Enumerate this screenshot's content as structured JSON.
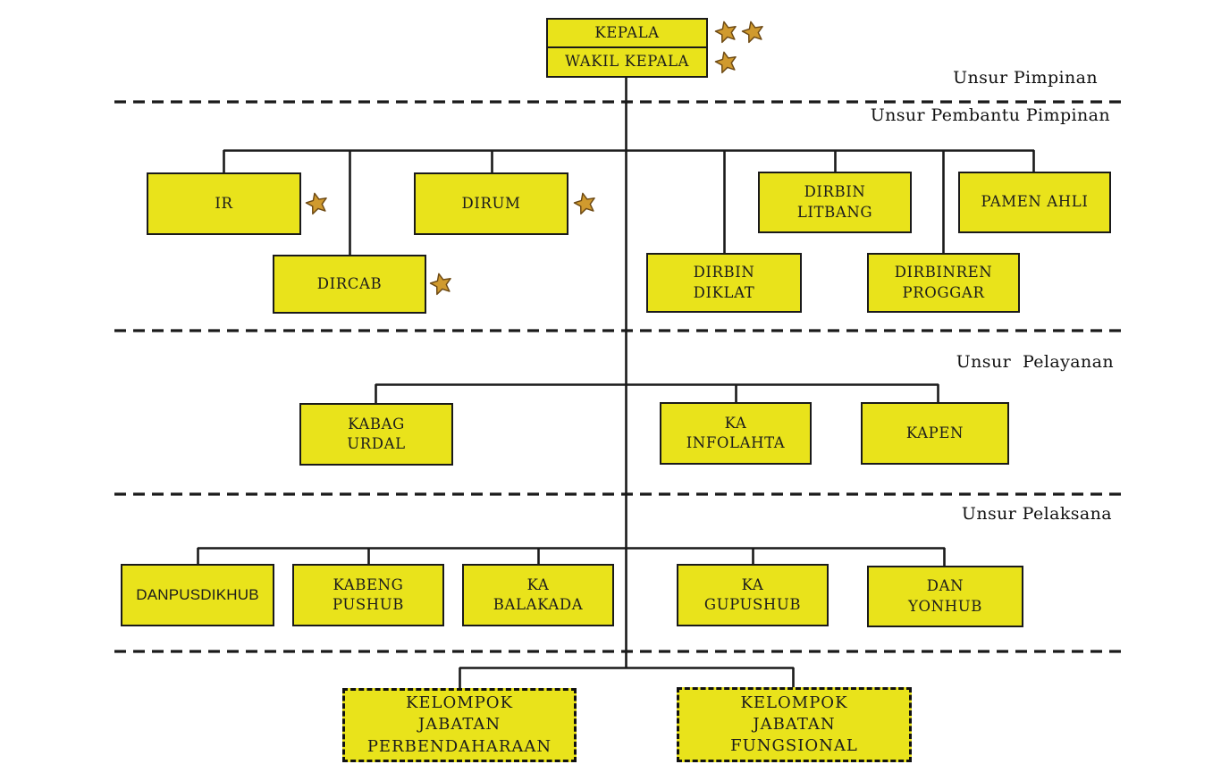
{
  "colors": {
    "background": "#ffffff",
    "box_fill": "#e9e31b",
    "box_border": "#1a1a1a",
    "line": "#1a1a1a",
    "text": "#1c1c1c",
    "star_fill": "#d09a2e",
    "star_stroke": "#6e4a14"
  },
  "section_labels": {
    "pimpinan": "Unsur Pimpinan",
    "pembantu_pimpinan": "Unsur Pembantu Pimpinan",
    "pelayanan": "Unsur  Pelayanan",
    "pelaksana": "Unsur Pelaksana"
  },
  "nodes": {
    "kepala": {
      "label": "KEPALA",
      "stars": 2
    },
    "wakil_kepala": {
      "label": "WAKIL KEPALA",
      "stars": 1
    },
    "ir": {
      "label": "IR",
      "stars": 1
    },
    "dirum": {
      "label": "DIRUM",
      "stars": 1
    },
    "dircab": {
      "label": "DIRCAB",
      "stars": 1
    },
    "dirbin_litbang": {
      "label": "DIRBIN\nLITBANG"
    },
    "pamen_ahli": {
      "label": "PAMEN AHLI"
    },
    "dirbin_diklat": {
      "label": "DIRBIN\nDIKLAT"
    },
    "dirbinren_proggar": {
      "label": "DIRBINREN\nPROGGAR"
    },
    "kabag_urdal": {
      "label": "KABAG\nURDAL"
    },
    "ka_infolahta": {
      "label": "KA\nINFOLAHTA"
    },
    "kapen": {
      "label": "KAPEN"
    },
    "danpusdikhub": {
      "label": "DANPUSDIKHUB"
    },
    "kabeng_pushub": {
      "label": "KABENG\nPUSHUB"
    },
    "ka_balakada": {
      "label": "KA\nBALAKADA"
    },
    "ka_gupushub": {
      "label": "KA\nGUPUSHUB"
    },
    "dan_yonhub": {
      "label": "DAN\nYONHUB"
    },
    "kelompok_perbendaharaan": {
      "label": "KELOMPOK\nJABATAN\nPERBENDAHARAAN"
    },
    "kelompok_fungsional": {
      "label": "KELOMPOK\nJABATAN\nFUNGSIONAL"
    }
  }
}
